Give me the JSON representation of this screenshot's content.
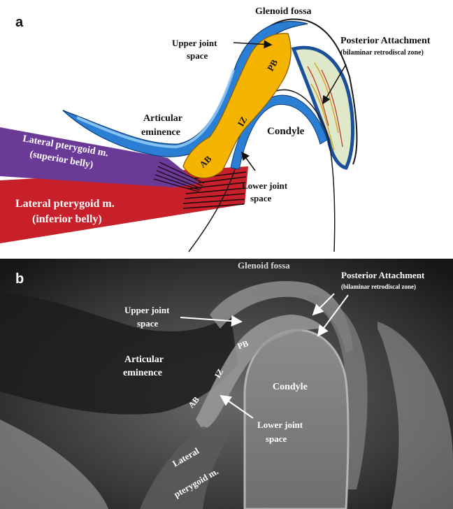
{
  "panel_a": {
    "letter": "a",
    "glenoid_fossa": "Glenoid fossa",
    "upper_joint_space": [
      "Upper joint",
      "space"
    ],
    "posterior_attachment": "Posterior Attachment",
    "bilaminar": "(bilaminar retrodiscal zone)",
    "articular_eminence": [
      "Articular",
      "eminence"
    ],
    "condyle": "Condyle",
    "pb": "PB",
    "iz": "IZ",
    "ab": "AB",
    "lp_superior": [
      "Lateral pterygoid m.",
      "(superior belly)"
    ],
    "lp_inferior": [
      "Lateral pterygoid m.",
      "(inferior belly)"
    ],
    "lower_joint_space": [
      "Lower joint",
      "space"
    ]
  },
  "panel_b": {
    "letter": "b",
    "glenoid_fossa": "Glenoid fossa",
    "posterior_attachment": "Posterior Attachment",
    "bilaminar": "(bilaminar retrodiscal zone)",
    "upper_joint_space": [
      "Upper joint",
      "space"
    ],
    "articular_eminence": [
      "Articular",
      "eminence"
    ],
    "pb": "PB",
    "iz": "IZ",
    "ab": "AB",
    "condyle": "Condyle",
    "lower_joint_space": [
      "Lower joint",
      "space"
    ],
    "lateral_pterygoid": [
      "Lateral",
      "pterygoid m."
    ]
  },
  "colors": {
    "muscle_superior": "#6b3a97",
    "muscle_inferior": "#c8202a",
    "disc": "#f4b400",
    "bone_blue": "#2a7fd4",
    "posterior_attachment": "#dfe8c8"
  }
}
